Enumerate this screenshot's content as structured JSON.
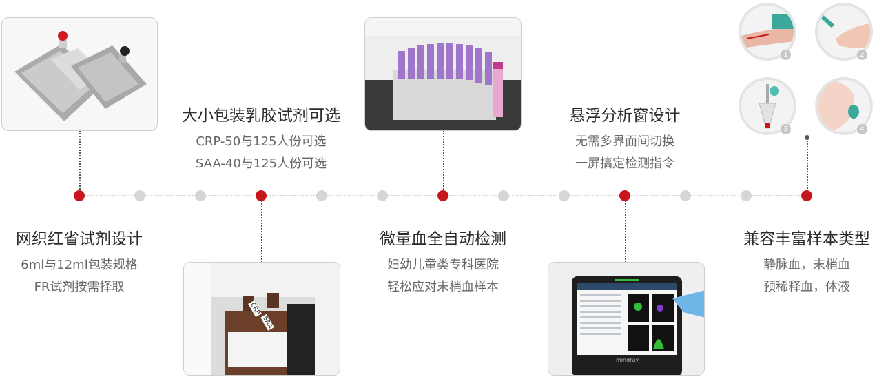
{
  "features": [
    {
      "title": "网织红省试剂设计",
      "lines": [
        "6ml与12ml包装规格",
        "FR试剂按需择取"
      ]
    },
    {
      "title": "大小包装乳胶试剂可选",
      "lines": [
        "CRP-50与125人份可选",
        "SAA-40与125人份可选"
      ]
    },
    {
      "title": "微量血全自动检测",
      "lines": [
        "妇幼儿童类专科医院",
        "轻松应对末梢血样本"
      ]
    },
    {
      "title": "悬浮分析窗设计",
      "lines": [
        "无需多界面间切换",
        "一屏搞定检测指令"
      ]
    },
    {
      "title": "兼容丰富样本类型",
      "lines": [
        "静脉血，末梢血",
        "预稀释血，体液"
      ]
    }
  ],
  "labels": {
    "crp": "CRP",
    "saa": "SAA",
    "brand": "mindray"
  },
  "badges": [
    "1",
    "2",
    "3",
    "4"
  ],
  "colors": {
    "accent": "#c8161e",
    "dot": "#d6d6d6"
  }
}
